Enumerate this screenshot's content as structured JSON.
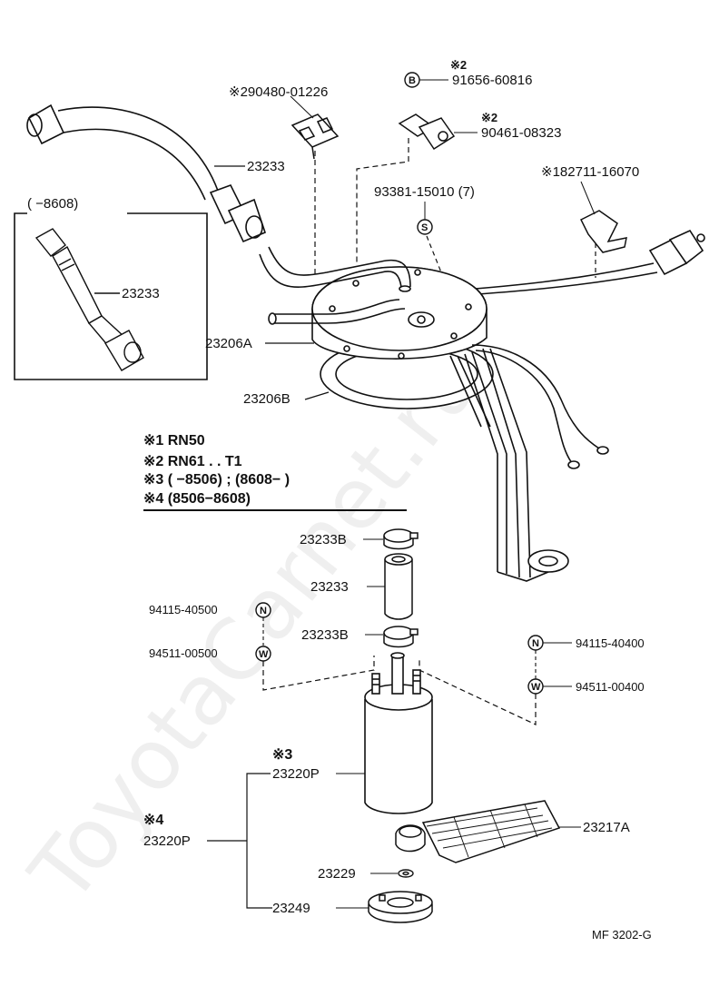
{
  "watermark": "ToyotaCarnet.ru",
  "inset": {
    "range": "(      −8608)",
    "part": "23233"
  },
  "notes": [
    "※1 RN50",
    "※2 RN61 . . T1",
    "※3 (        −8506) ; (8608−          )",
    "※4 (8506−8608)"
  ],
  "labels": {
    "l_290480": "※290480-01226",
    "l_s2a": "※2",
    "l_91656": "91656-60816",
    "l_s2b": "※2",
    "l_90461": "90461-08323",
    "l_182711": "※182711-16070",
    "l_93381": "93381-15010 (7)",
    "l_23233_top": "23233",
    "l_23206A": "23206A",
    "l_23206B": "23206B",
    "l_23233B_1": "23233B",
    "l_23233_mid": "23233",
    "l_23233B_2": "23233B",
    "l_94115_40500": "94115-40500",
    "l_94511_00500": "94511-00500",
    "l_94115_40400": "94115-40400",
    "l_94511_00400": "94511-00400",
    "l_s3": "※3",
    "l_23220P_a": "23220P",
    "l_s4": "※4",
    "l_23220P_b": "23220P",
    "l_23217A": "23217A",
    "l_23229": "23229",
    "l_23249": "23249",
    "figure_code": "MF  3202-G"
  },
  "circled": {
    "B": "B",
    "S": "S",
    "N": "N",
    "W": "W"
  }
}
